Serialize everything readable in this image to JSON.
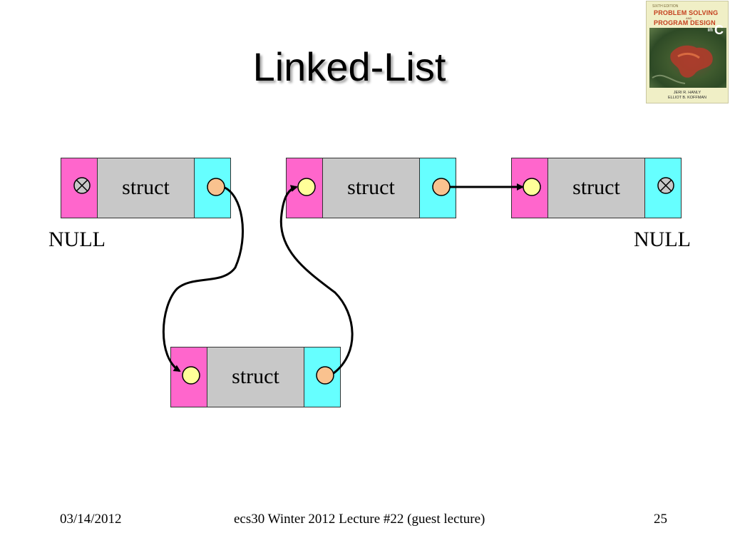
{
  "slide": {
    "title": "Linked-List",
    "footer": {
      "date": "03/14/2012",
      "course": "ecs30 Winter 2012 Lecture #22 (guest lecture)",
      "page": "25"
    }
  },
  "book_cover": {
    "edition": "SIXTH EDITION",
    "title_line1": "PROBLEM SOLVING",
    "title_and": "AND",
    "title_line2": "PROGRAM DESIGN",
    "in_text": "in",
    "c_text": "C",
    "author1": "JERI R. HANLY",
    "author2": "ELLIOT B. KOFFMAN"
  },
  "diagram": {
    "nodes": [
      {
        "id": "node-1",
        "label": "struct",
        "prev": "null",
        "next": "pointer"
      },
      {
        "id": "node-2",
        "label": "struct",
        "prev": "pointer",
        "next": "pointer"
      },
      {
        "id": "node-3",
        "label": "struct",
        "prev": "pointer",
        "next": "null"
      },
      {
        "id": "node-4",
        "label": "struct",
        "prev": "pointer",
        "next": "pointer"
      }
    ],
    "null_left": "NULL",
    "null_right": "NULL",
    "colors": {
      "prev_field": "#ff66cc",
      "data_field": "#c8c8c8",
      "next_field": "#66ffff",
      "next_pointer_dot": "#f9c28f",
      "prev_pointer_dot": "#ffff99"
    }
  }
}
